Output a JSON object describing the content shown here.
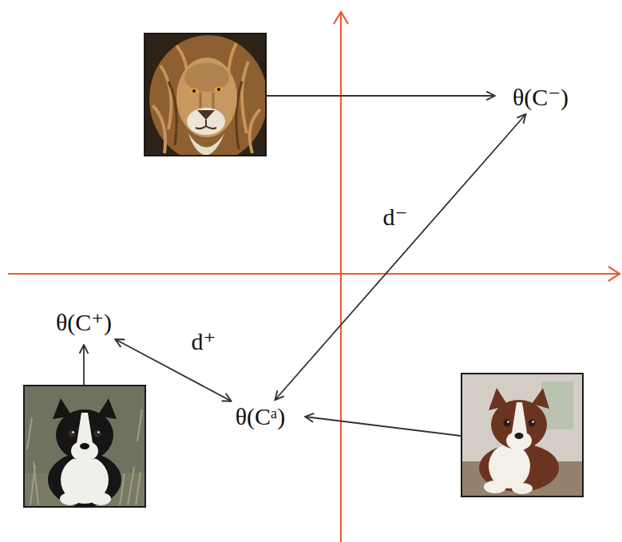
{
  "diagram": {
    "nodes": [
      {
        "text": [
          "θ(C⁻)"
        ]
      },
      {
        "text": [
          "θ(C⁺)"
        ]
      },
      {
        "text": [
          "θ(Cᵃ)"
        ]
      }
    ],
    "edges": [
      {
        "from": 2,
        "to": 0,
        "arrow": "both",
        "label": "d⁻"
      },
      {
        "from": 2,
        "to": 1,
        "arrow": "both",
        "label": "d⁺"
      }
    ]
  }
}
